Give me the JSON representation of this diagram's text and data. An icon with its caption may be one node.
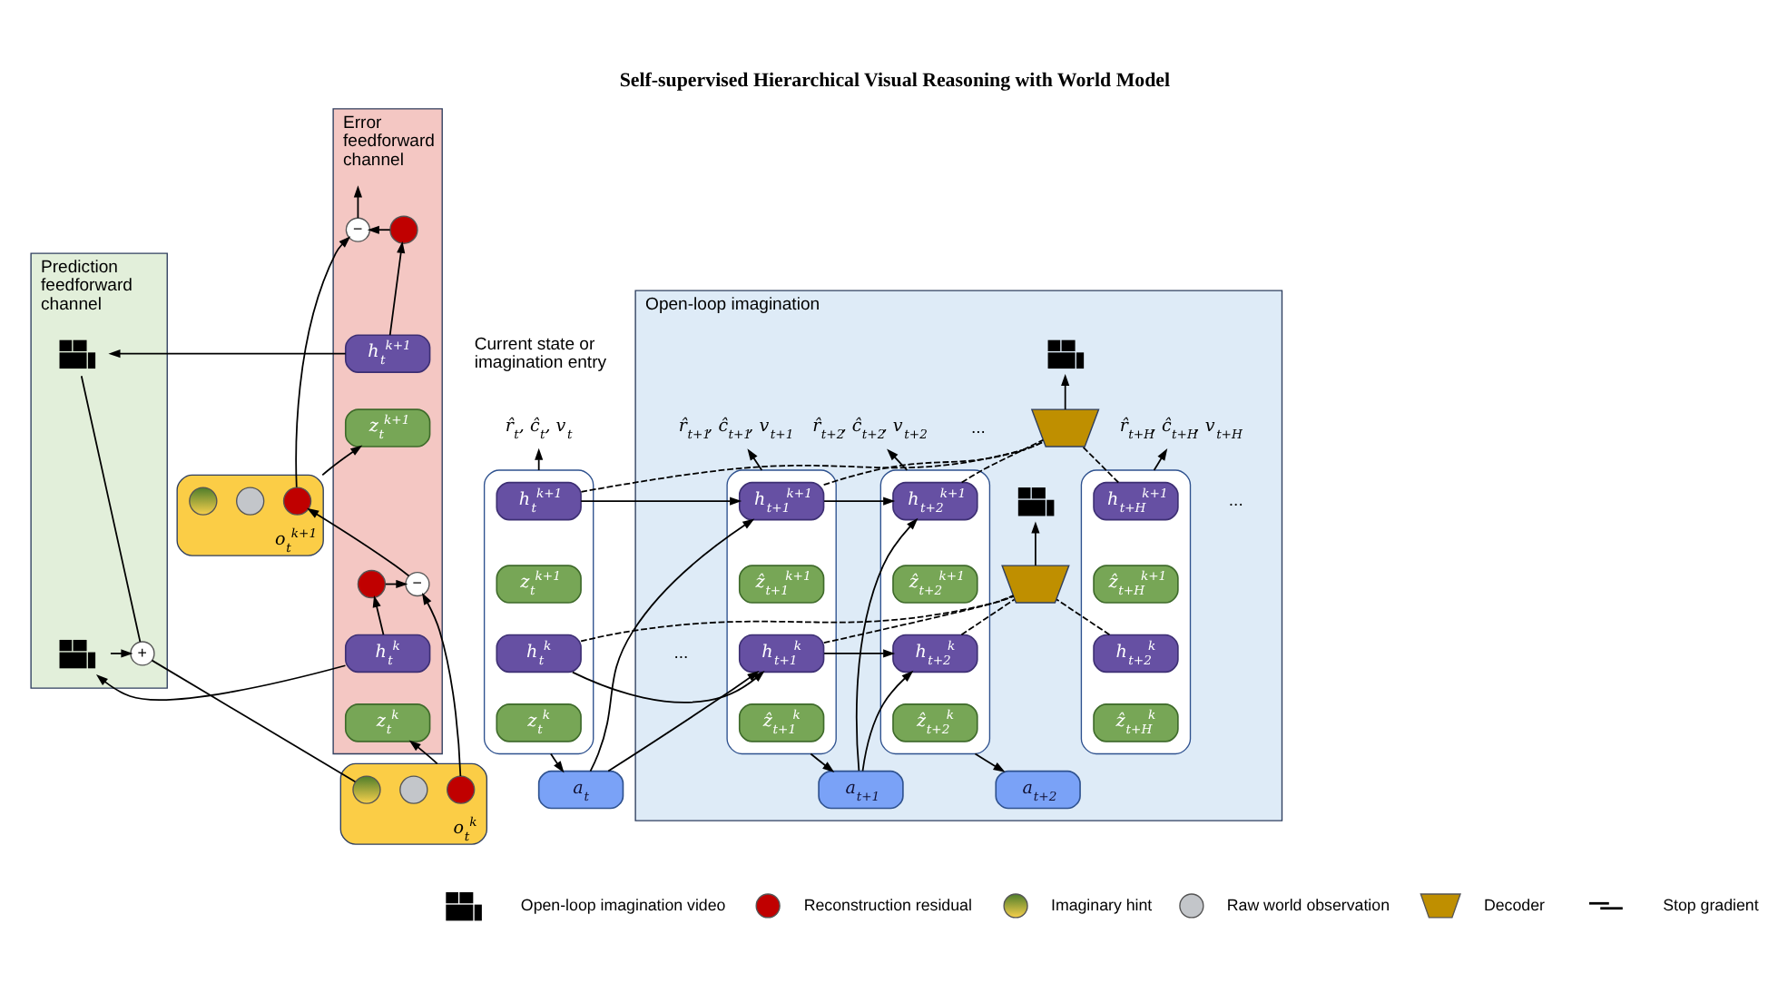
{
  "diagram": {
    "title": "Self-supervised Hierarchical Visual Reasoning with World Model",
    "nodes": [
      {
        "text": [
          "Prediction feedforward channel"
        ]
      },
      {
        "text": [
          "Error feedforward channel"
        ]
      },
      {
        "text": [
          "−"
        ],
        "in": 1
      },
      {
        "text": [],
        "shape": "circle",
        "in": 1
      },
      {
        "text": [],
        "shape": "picture",
        "in": 0
      },
      {
        "text": [
          "h$_{t}$$^{k+1}$"
        ],
        "in": 1
      },
      {
        "text": [
          "z$_{t}$$^{k+1}$"
        ],
        "in": 1
      },
      {
        "text": [
          "o$_{t}$$^{k+1}$"
        ]
      },
      {
        "text": [],
        "shape": "circle",
        "in": 7
      },
      {
        "text": [],
        "shape": "circle",
        "in": 7
      },
      {
        "text": [],
        "shape": "circle",
        "in": 7
      },
      {
        "text": [
          "−"
        ],
        "in": 1
      },
      {
        "text": [],
        "shape": "circle",
        "in": 1
      },
      {
        "text": [
          "+"
        ],
        "in": 0
      },
      {
        "text": [],
        "shape": "picture",
        "in": 0
      },
      {
        "text": [
          "h$_{t}$$^{k}$"
        ],
        "in": 1
      },
      {
        "text": [
          "z$_{t}$$^{k}$"
        ],
        "in": 1
      },
      {
        "text": [
          "o$_{t}$$^{k}$"
        ]
      },
      {
        "text": [],
        "shape": "circle",
        "in": 17
      },
      {
        "text": [],
        "shape": "circle",
        "in": 17
      },
      {
        "text": [],
        "shape": "circle",
        "in": 17
      },
      {
        "text": [
          "r̂$_{t}$, ĉ$_{t}$, v$_{t}$"
        ]
      },
      {
        "text": [],
        "shape": "box"
      },
      {
        "text": [
          "h$_{t}$$^{k+1}$"
        ],
        "in": 22
      },
      {
        "text": [
          "z$_{t}$$^{k+1}$"
        ],
        "in": 22
      },
      {
        "text": [
          "h$_{t}$$^{k}$"
        ],
        "in": 22
      },
      {
        "text": [
          "z$_{t}$$^{k}$"
        ],
        "in": 22
      },
      {
        "text": [
          "a$_{t}$"
        ]
      },
      {
        "text": [
          "Open-loop imagination"
        ]
      },
      {
        "text": [
          "r̂$_{t+1}$, ĉ$_{t+1}$, v$_{t+1}$"
        ],
        "in": 28
      },
      {
        "text": [
          "r̂$_{t+2}$, ĉ$_{t+2}$, v$_{t+2}$"
        ],
        "in": 28
      },
      {
        "text": [
          "r̂$_{t+H}$, ĉ$_{t+H}$, v$_{t+H}$"
        ],
        "in": 28
      },
      {
        "text": [],
        "shape": "picture",
        "in": 28
      },
      {
        "text": [],
        "shape": "trapezoid",
        "in": 28
      },
      {
        "text": [],
        "shape": "box",
        "in": 28
      },
      {
        "text": [
          "h$_{t+1}$$^{k+1}$"
        ],
        "in": 34
      },
      {
        "text": [
          "ẑ$_{t+1}$$^{k+1}$"
        ],
        "in": 34
      },
      {
        "text": [
          "h$_{t+1}$$^{k}$"
        ],
        "in": 34
      },
      {
        "text": [
          "ẑ$_{t+1}$$^{k}$"
        ],
        "in": 34
      },
      {
        "text": [],
        "shape": "box",
        "in": 28
      },
      {
        "text": [
          "h$_{t+2}$$^{k+1}$"
        ],
        "in": 39
      },
      {
        "text": [
          "ẑ$_{t+2}$$^{k+1}$"
        ],
        "in": 39
      },
      {
        "text": [
          "h$_{t+2}$$^{k}$"
        ],
        "in": 39
      },
      {
        "text": [
          "ẑ$_{t+2}$$^{k}$"
        ],
        "in": 39
      },
      {
        "text": [],
        "shape": "box",
        "in": 28
      },
      {
        "text": [
          "h$_{t+H}$$^{k+1}$"
        ],
        "in": 44
      },
      {
        "text": [
          "ẑ$_{t+H}$$^{k+1}$"
        ],
        "in": 44
      },
      {
        "text": [
          "h$_{t+2}$$^{k}$"
        ],
        "in": 44
      },
      {
        "text": [
          "ẑ$_{t+H}$$^{k}$"
        ],
        "in": 44
      },
      {
        "text": [],
        "shape": "picture",
        "in": 28
      },
      {
        "text": [],
        "shape": "trapezoid",
        "in": 28
      },
      {
        "text": [
          "a$_{t+1}$"
        ],
        "in": 28
      },
      {
        "text": [
          "a$_{t+2}$"
        ],
        "in": 28
      }
    ],
    "edges": [
      {
        "from": 17,
        "to": 16,
        "arrow": "to"
      },
      {
        "from": 15,
        "to": 12,
        "arrow": "to"
      },
      {
        "from": 12,
        "to": 11,
        "arrow": "to"
      },
      {
        "from": 20,
        "to": 11,
        "arrow": "to"
      },
      {
        "from": 11,
        "to": 10,
        "arrow": "to"
      },
      {
        "from": 15,
        "to": 14,
        "arrow": "to"
      },
      {
        "from": 14,
        "to": 13,
        "arrow": "to"
      },
      {
        "from": 4,
        "to": 13,
        "arrow": "none"
      },
      {
        "from": 13,
        "to": 18,
        "arrow": "none"
      },
      {
        "from": 7,
        "to": 6,
        "arrow": "to"
      },
      {
        "from": 5,
        "to": 3,
        "arrow": "to"
      },
      {
        "from": 3,
        "to": 2,
        "arrow": "to"
      },
      {
        "from": 10,
        "to": 2,
        "arrow": "to"
      },
      {
        "from": 2,
        "to": null,
        "arrow": "to"
      },
      {
        "from": 5,
        "to": 4,
        "arrow": "to"
      },
      {
        "from": 22,
        "to": 21,
        "arrow": "to"
      },
      {
        "from": 22,
        "to": 27,
        "arrow": "to"
      },
      {
        "from": 23,
        "to": 35,
        "arrow": "to"
      },
      {
        "from": 25,
        "to": 37,
        "arrow": "to"
      },
      {
        "from": 27,
        "to": 35,
        "arrow": "to"
      },
      {
        "from": 27,
        "to": 37,
        "arrow": "to"
      },
      {
        "from": 34,
        "to": 29,
        "arrow": "to"
      },
      {
        "from": 34,
        "to": 51,
        "arrow": "to"
      },
      {
        "from": 35,
        "to": 40,
        "arrow": "to"
      },
      {
        "from": 37,
        "to": 42,
        "arrow": "to"
      },
      {
        "from": 51,
        "to": 40,
        "arrow": "to"
      },
      {
        "from": 51,
        "to": 42,
        "arrow": "to"
      },
      {
        "from": 39,
        "to": 30,
        "arrow": "to"
      },
      {
        "from": 39,
        "to": 52,
        "arrow": "to"
      },
      {
        "from": 44,
        "to": 31,
        "arrow": "to"
      },
      {
        "from": 23,
        "to": 33,
        "arrow": "none",
        "style": "dashed"
      },
      {
        "from": 35,
        "to": 33,
        "arrow": "none",
        "style": "dashed"
      },
      {
        "from": 40,
        "to": 33,
        "arrow": "none",
        "style": "dashed"
      },
      {
        "from": 45,
        "to": 33,
        "arrow": "none",
        "style": "dashed"
      },
      {
        "from": 25,
        "to": 50,
        "arrow": "none",
        "style": "dashed"
      },
      {
        "from": 37,
        "to": 50,
        "arrow": "none",
        "style": "dashed"
      },
      {
        "from": 42,
        "to": 50,
        "arrow": "none",
        "style": "dashed"
      },
      {
        "from": 47,
        "to": 50,
        "arrow": "none",
        "style": "dashed"
      },
      {
        "from": 33,
        "to": 32,
        "arrow": "to"
      },
      {
        "from": 50,
        "to": 49,
        "arrow": "to"
      }
    ],
    "labels": [
      "Current state or imagination entry",
      "...",
      "...",
      "..."
    ],
    "legend": [
      {
        "text": "Open-loop imagination video"
      },
      {
        "text": "Reconstruction residual",
        "color": "#c00000"
      },
      {
        "text": "Imaginary hint"
      },
      {
        "text": "Raw world observation",
        "color": "#c3c6ca"
      },
      {
        "text": "Decoder",
        "color": "#bf8f00"
      },
      {
        "text": "Stop gradient"
      }
    ]
  }
}
